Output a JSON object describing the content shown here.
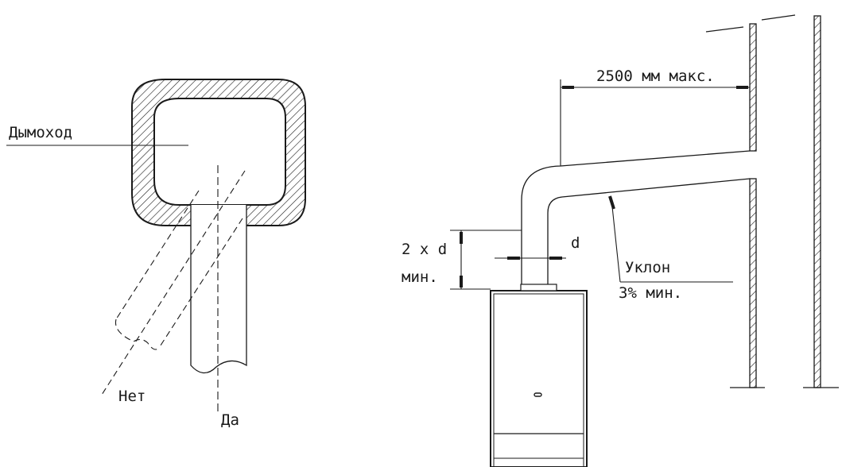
{
  "colors": {
    "ink": "#1a1a1a",
    "background": "#ffffff"
  },
  "left_figure": {
    "chimney_label": "Дымоход",
    "wrong_label": "Нет",
    "right_label": "Да"
  },
  "right_figure": {
    "max_distance_label": "2500 мм макс.",
    "height_label_line1": "2 x d",
    "height_label_line2": "мин.",
    "diameter_label": "d",
    "slope_label_line1": "Уклон",
    "slope_label_line2": "3% мин."
  }
}
